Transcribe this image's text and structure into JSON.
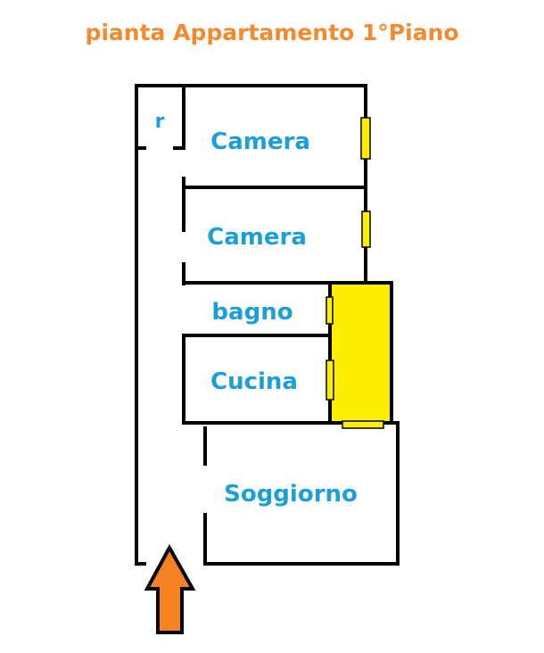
{
  "title": "pianta Appartamento 1°Piano",
  "rooms": {
    "closet": "r",
    "bedroom_1": "Camera",
    "bedroom_2": "Camera",
    "bathroom": "bagno",
    "kitchen": "Cucina",
    "living_room": "Soggiorno"
  },
  "colors": {
    "title": "#f28a2e",
    "label": "#1a9fd9",
    "wall": "#000000",
    "window_fill": "#ffee00",
    "terrace_fill": "#ffee00",
    "entrance_arrow": "#f58220"
  },
  "icons": {
    "entrance": "entrance-arrow-icon"
  }
}
